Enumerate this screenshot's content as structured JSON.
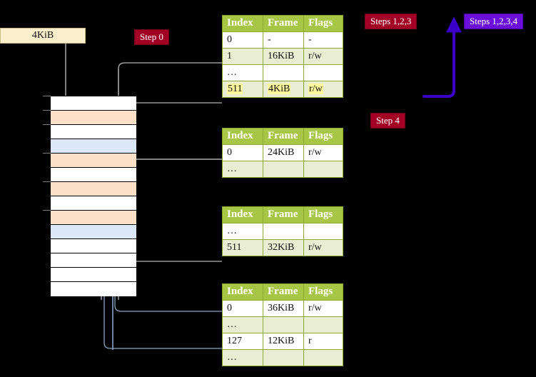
{
  "diagram": {
    "title": "page-table-walk-diagram",
    "colors": {
      "background": "#000000",
      "table_header": "#a8c646",
      "table_border": "#8aa832",
      "row_alt": "#e9eed2",
      "badge_red": "#a20025",
      "badge_purple": "#6a0ddd",
      "highlight_yellow": "#fbf79a",
      "memory_orange": "#fde0c8",
      "memory_blue": "#dce7f7",
      "kib_box_fill": "#fbeecb",
      "wire_gray": "#b5b5b5",
      "wire_blue": "#8aa9d6",
      "arrow_gray": "#b9bfc9",
      "arrow_blue": "#4a74b5"
    }
  },
  "labels": {
    "kib_box": "4KiB",
    "step0": "Step 0",
    "steps123": "Steps 1,2,3",
    "steps1234": "Steps 1,2,3,4",
    "step4": "Step 4"
  },
  "tables": {
    "headers": [
      "Index",
      "Frame",
      "Flags"
    ],
    "level4": {
      "rows": [
        {
          "index": "0",
          "frame": "-",
          "flags": "-",
          "style": "plain",
          "highlight": false
        },
        {
          "index": "1",
          "frame": "16KiB",
          "flags": "r/w",
          "style": "alt",
          "highlight": false
        },
        {
          "index": "…",
          "frame": "",
          "flags": "",
          "style": "plain",
          "highlight": false
        },
        {
          "index": "511",
          "frame": "4KiB",
          "flags": "r/w",
          "style": "alt",
          "highlight": true
        }
      ]
    },
    "level3": {
      "rows": [
        {
          "index": "0",
          "frame": "24KiB",
          "flags": "r/w",
          "style": "plain",
          "highlight": false
        },
        {
          "index": "…",
          "frame": "",
          "flags": "",
          "style": "alt",
          "highlight": false
        }
      ]
    },
    "level2": {
      "rows": [
        {
          "index": "…",
          "frame": "",
          "flags": "",
          "style": "plain",
          "highlight": false
        },
        {
          "index": "511",
          "frame": "32KiB",
          "flags": "r/w",
          "style": "alt",
          "highlight": false
        }
      ]
    },
    "level1": {
      "rows": [
        {
          "index": "0",
          "frame": "36KiB",
          "flags": "r/w",
          "style": "plain",
          "highlight": false
        },
        {
          "index": "…",
          "frame": "",
          "flags": "",
          "style": "alt",
          "highlight": false
        },
        {
          "index": "127",
          "frame": "12KiB",
          "flags": "r",
          "style": "plain",
          "highlight": false
        },
        {
          "index": "…",
          "frame": "",
          "flags": "",
          "style": "alt",
          "highlight": false
        }
      ]
    }
  },
  "memory_column": {
    "rows": [
      {
        "fill": "white"
      },
      {
        "fill": "orange"
      },
      {
        "fill": "white"
      },
      {
        "fill": "blue"
      },
      {
        "fill": "orange"
      },
      {
        "fill": "white"
      },
      {
        "fill": "orange"
      },
      {
        "fill": "white"
      },
      {
        "fill": "orange"
      },
      {
        "fill": "blue"
      },
      {
        "fill": "white"
      },
      {
        "fill": "white"
      },
      {
        "fill": "white"
      },
      {
        "fill": "white"
      }
    ],
    "tick_rows": [
      0,
      1,
      2,
      4,
      6,
      8
    ]
  }
}
